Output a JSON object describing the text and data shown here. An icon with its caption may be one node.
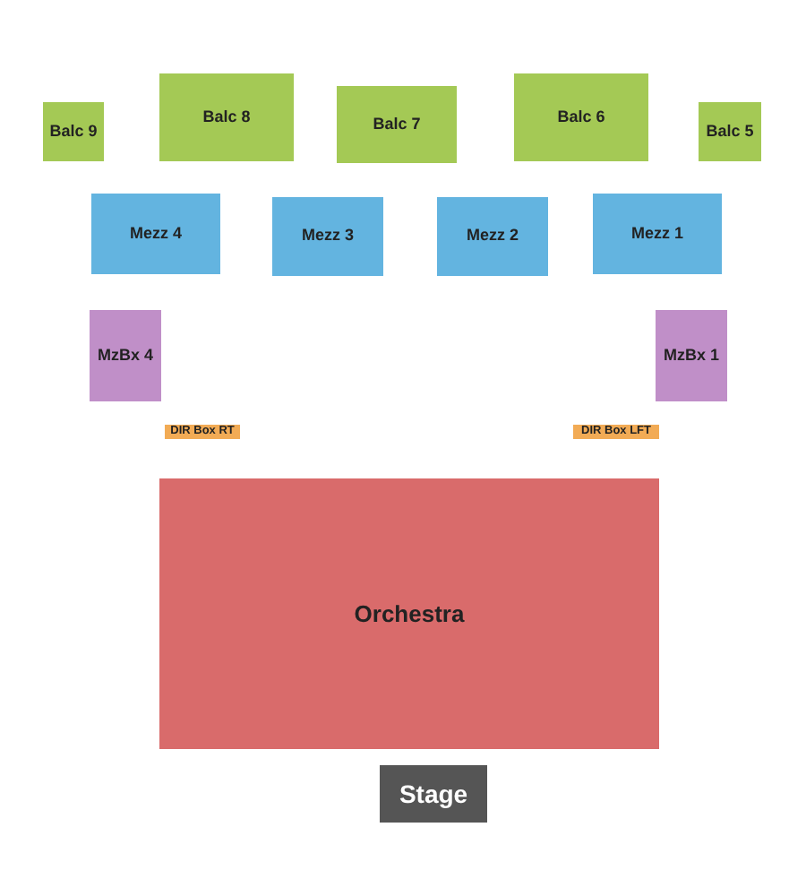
{
  "diagram": {
    "nodes": [
      {
        "text": [
          "Balc 9"
        ]
      },
      {
        "text": [
          "Balc 8"
        ]
      },
      {
        "text": [
          "Balc 7"
        ]
      },
      {
        "text": [
          "Balc 6"
        ]
      },
      {
        "text": [
          "Balc 5"
        ]
      },
      {
        "text": [
          "Mezz 4"
        ]
      },
      {
        "text": [
          "Mezz 3"
        ]
      },
      {
        "text": [
          "Mezz 2"
        ]
      },
      {
        "text": [
          "Mezz 1"
        ]
      },
      {
        "text": [
          "MzBx 4"
        ]
      },
      {
        "text": [
          "MzBx 1"
        ]
      },
      {
        "text": [
          "DIR Box RT"
        ]
      },
      {
        "text": [
          "DIR Box LFT"
        ]
      },
      {
        "text": [
          "Orchestra"
        ]
      },
      {
        "text": [
          "Stage"
        ]
      }
    ]
  }
}
